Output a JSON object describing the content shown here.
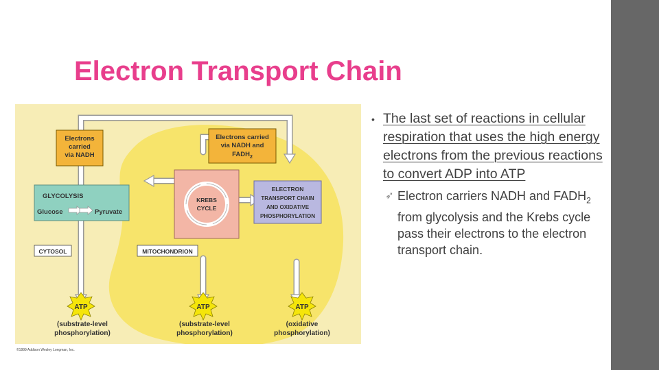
{
  "slide": {
    "title": "Electron Transport Chain"
  },
  "bullets": {
    "main": "The last set of reactions in cellular respiration that uses the high energy electrons from the previous reactions to convert ADP into ATP",
    "sub_part1": "Electron carriers NADH and FADH",
    "sub_subscript": "2",
    "sub_part2": " from glycolysis and the Krebs cycle pass their electrons to the electron transport chain."
  },
  "figure": {
    "electrons_nadh_line1": "Electrons",
    "electrons_nadh_line2": "carried",
    "electrons_nadh_line3": "via NADH",
    "electrons_both_line1": "Electrons carried",
    "electrons_both_line2": "via NADH and",
    "electrons_both_line3": "FADH",
    "electrons_both_sub": "2",
    "glycolysis": "GLYCOLYSIS",
    "glucose": "Glucose",
    "pyruvate": "Pyruvate",
    "krebs_line1": "KREBS",
    "krebs_line2": "CYCLE",
    "etc_line1": "ELECTRON",
    "etc_line2": "TRANSPORT CHAIN",
    "etc_line3": "AND OXIDATIVE",
    "etc_line4": "PHOSPHORYLATION",
    "cytosol": "CYTOSOL",
    "mitochondrion": "MITOCHONDRION",
    "atp": "ATP",
    "atp1_line1": "(substrate-level",
    "atp1_line2": "phosphorylation)",
    "atp2_line1": "(substrate-level",
    "atp2_line2": "phosphorylation)",
    "atp3_line1": "(oxidative",
    "atp3_line2": "phosphorylation)",
    "copyright": "©1999 Addison Wesley Longman, Inc."
  },
  "colors": {
    "title": "#e83e8c",
    "figure_bg": "#f7edb6",
    "mitochondrion": "#f7e46b",
    "label_box": "#f3b43a",
    "glycolysis": "#8fd1c0",
    "krebs": "#f3b6a6",
    "etc": "#b9b8e0",
    "atp_star": "#f5e50a",
    "strip": "#676767"
  }
}
